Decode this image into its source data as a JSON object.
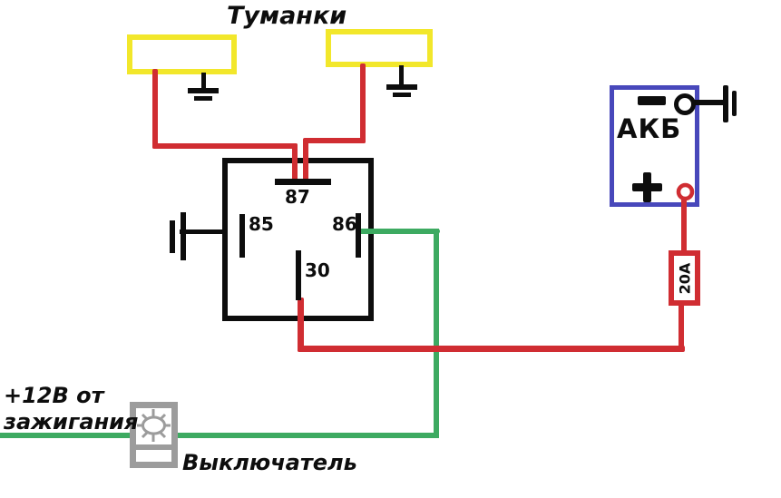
{
  "title": "Туманки",
  "relay": {
    "pin87": "87",
    "pin85": "85",
    "pin86": "86",
    "pin30": "30"
  },
  "battery": {
    "label": "АКБ"
  },
  "fuse": {
    "label": "20А"
  },
  "ignition": {
    "line1": "+12В от",
    "line2": "зажигания"
  },
  "switch_label": "Выключатель",
  "colors": {
    "power_wire": "#d02d32",
    "switch_wire": "#3daa61",
    "lamp_border": "#f2e72b",
    "battery_border": "#4848bb",
    "switch_gray": "#9c9c9c",
    "line_black": "#0d0d0d"
  }
}
